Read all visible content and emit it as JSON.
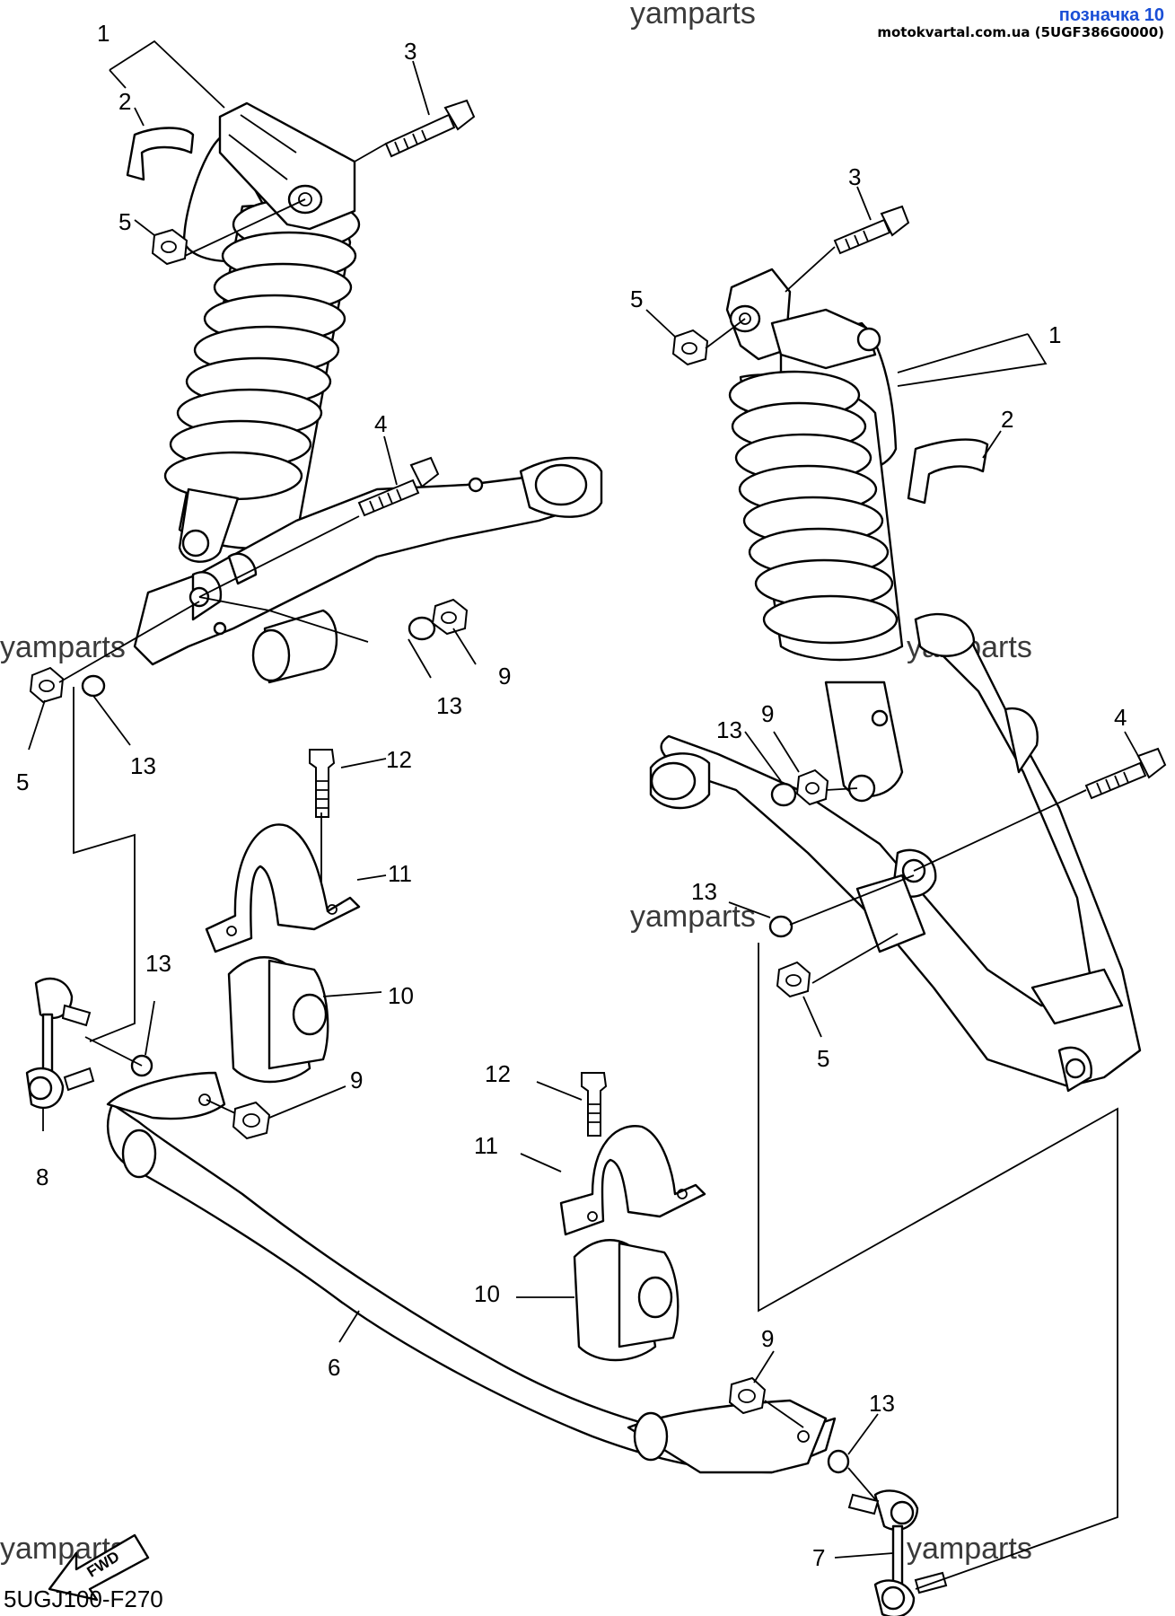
{
  "header": {
    "title": "позначка 10",
    "source": "motokvartal.com.ua (5UGF386G0000)"
  },
  "watermark": "yamparts",
  "diagram_code": "5UGJ100-F270",
  "fwd_label": "FWD",
  "callouts": [
    "1",
    "2",
    "3",
    "5",
    "1",
    "2",
    "3",
    "5",
    "4",
    "4",
    "9",
    "13",
    "5",
    "13",
    "12",
    "11",
    "10",
    "13",
    "8",
    "9",
    "9",
    "13",
    "13",
    "5",
    "12",
    "11",
    "10",
    "6",
    "9",
    "13",
    "7"
  ]
}
